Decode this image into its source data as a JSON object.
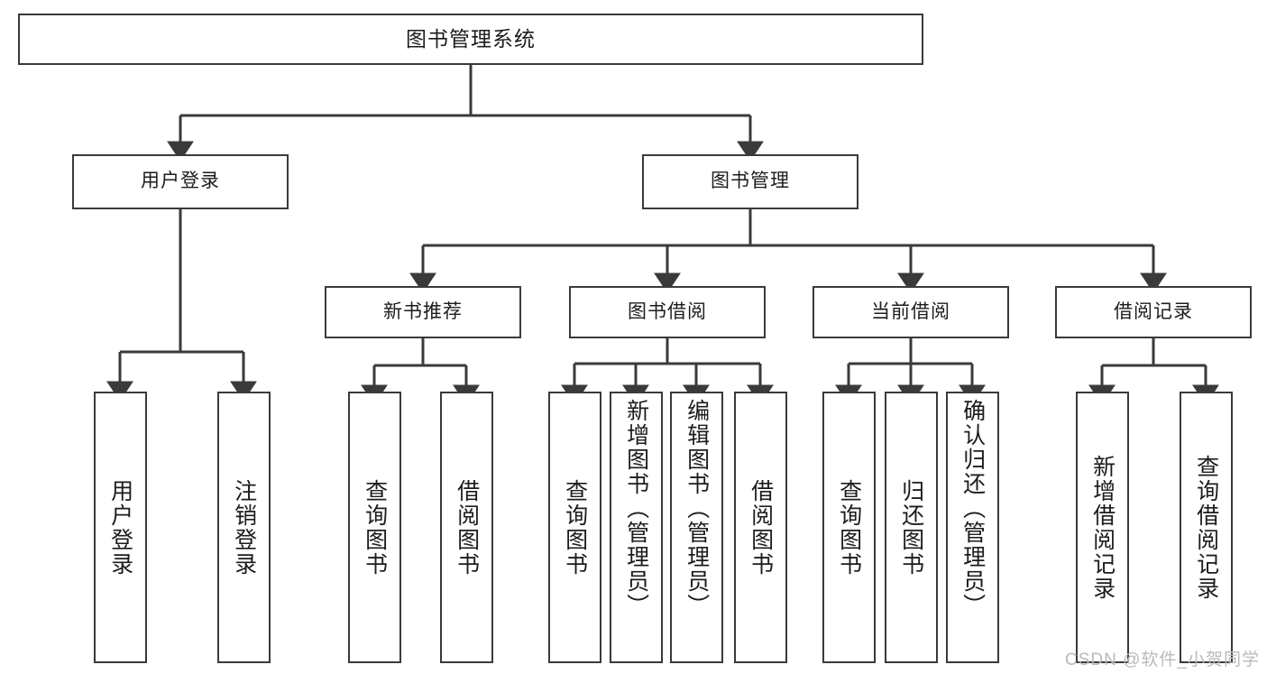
{
  "diagram": {
    "type": "tree",
    "title": "图书管理系统",
    "background_color": "#ffffff",
    "line_color": "#3a3a3a",
    "text_color": "#1c1c1c",
    "nodes": {
      "root": "图书管理系统",
      "user_login": "用户登录",
      "book_manage": "图书管理",
      "new_book_rec": "新书推荐",
      "book_borrow": "图书借阅",
      "current_borrow": "当前借阅",
      "borrow_record": "借阅记录",
      "login_user": "用户登录",
      "logout_user": "注销登录",
      "rec_query_book": "查询图书",
      "rec_borrow_book": "借阅图书",
      "bb_query_book": "查询图书",
      "bb_add_book": "新增图书（管理员）",
      "bb_edit_book": "编辑图书（管理员）",
      "bb_borrow_book": "借阅图书",
      "cb_query_book": "查询图书",
      "cb_return_book": "归还图书",
      "cb_confirm_return": "确认归还（管理员）",
      "br_add_record": "新增借阅记录",
      "br_query_record": "查询借阅记录"
    },
    "edges": [
      {
        "from": "root",
        "to": "user_login"
      },
      {
        "from": "root",
        "to": "book_manage"
      },
      {
        "from": "user_login",
        "to": "login_user"
      },
      {
        "from": "user_login",
        "to": "logout_user"
      },
      {
        "from": "book_manage",
        "to": "new_book_rec"
      },
      {
        "from": "book_manage",
        "to": "book_borrow"
      },
      {
        "from": "book_manage",
        "to": "current_borrow"
      },
      {
        "from": "book_manage",
        "to": "borrow_record"
      },
      {
        "from": "new_book_rec",
        "to": "rec_query_book"
      },
      {
        "from": "new_book_rec",
        "to": "rec_borrow_book"
      },
      {
        "from": "book_borrow",
        "to": "bb_query_book"
      },
      {
        "from": "book_borrow",
        "to": "bb_add_book"
      },
      {
        "from": "book_borrow",
        "to": "bb_edit_book"
      },
      {
        "from": "book_borrow",
        "to": "bb_borrow_book"
      },
      {
        "from": "current_borrow",
        "to": "cb_query_book"
      },
      {
        "from": "current_borrow",
        "to": "cb_return_book"
      },
      {
        "from": "current_borrow",
        "to": "cb_confirm_return"
      },
      {
        "from": "borrow_record",
        "to": "br_add_record"
      },
      {
        "from": "borrow_record",
        "to": "br_query_record"
      }
    ]
  },
  "watermark": {
    "text": "CSDN @软件_小贺同学"
  }
}
